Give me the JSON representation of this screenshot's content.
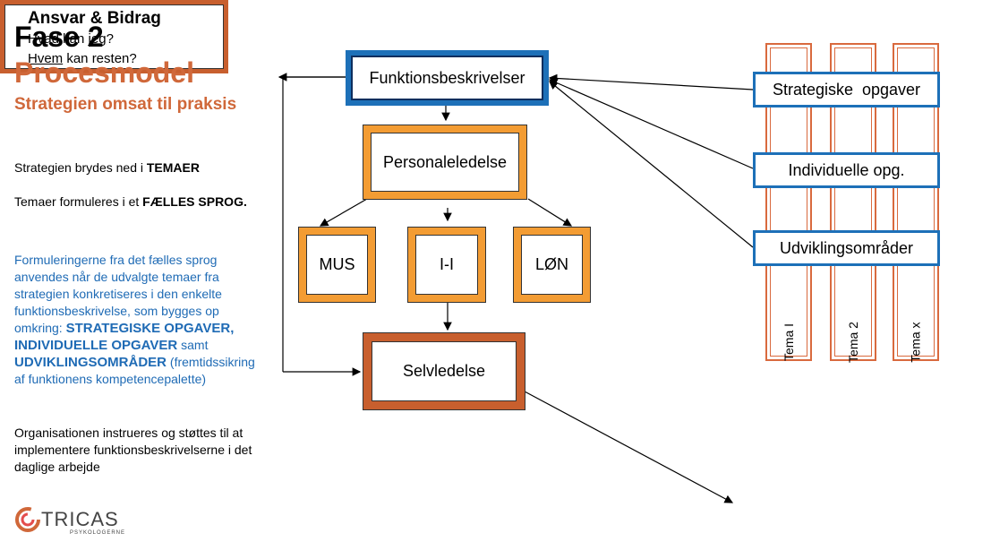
{
  "heading": {
    "phase": "Fase 2",
    "title": "Procesmodel",
    "subtitle": "Strategien omsat til praksis"
  },
  "text": {
    "p1_pre": "Strategien brydes ned i ",
    "p1_bold": "TEMAER",
    "p2_pre": "Temaer formuleres i et ",
    "p2_bold": "FÆLLES SPROG.",
    "p3_pre": "Formuleringerne fra det fælles sprog anvendes når de udvalgte temaer fra strategien konkretiseres i den enkelte funktionsbeskrivelse, som bygges op omkring: ",
    "p3_bold1": "STRATEGISKE OPGAVER, INDIVIDUELLE OPGAVER",
    "p3_mid": " samt ",
    "p3_bold2": "UDVIKLINGSOMRÅDER",
    "p3_post": " (fremtidssikring af funktionens kompetencepalette)",
    "p4": "Organisationen instrueres og støttes til at implementere funktionsbeskrivelserne i det daglige arbejde"
  },
  "diagram": {
    "funktion": "Funktionsbeskrivelser",
    "personale": "Personaleledelse",
    "mus": "MUS",
    "ii": "I-I",
    "loen": "LØN",
    "selv": "Selvledelse",
    "strategiske": "Strategiske  opgaver",
    "individuelle": "Individuelle opg.",
    "udvikling": "Udviklingsområder",
    "tema1": "Tema I",
    "tema2": "Tema 2",
    "temax": "Tema x"
  },
  "ansvar": {
    "title": "Ansvar & Bidrag",
    "line1_a": "Hvad kan ",
    "line1_u": "jeg",
    "line1_b": "?",
    "line2_u": "Hvem",
    "line2_b": " kan resten?"
  },
  "logo": {
    "name": "TRICAS",
    "tagline": "PSYKOLOGERNE"
  },
  "colors": {
    "orange_title": "#d0683a",
    "blue_text": "#1f6bb5",
    "box_blue": "#1d70b8",
    "box_orange": "#f39c33",
    "box_rust": "#c85f2e"
  }
}
